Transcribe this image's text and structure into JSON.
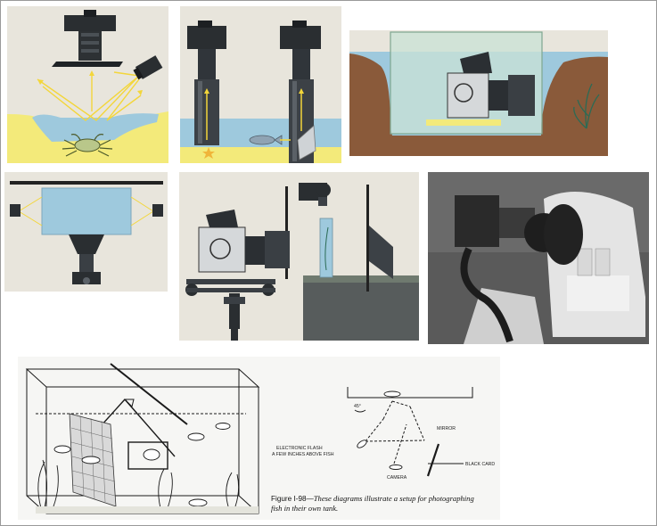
{
  "diagram": {
    "labels": {
      "flash": "ELECTRONIC FLASH",
      "flash_pos": "A FEW INCHES ABOVE FISH",
      "mirror": "MIRROR",
      "black_card": "BLACK CARD",
      "camera": "CAMERA",
      "angle": "45°"
    },
    "caption": {
      "figure": "Figure I-98—",
      "line1": "These diagrams illustrate a setup for photographing",
      "line2": "fish in their own tank."
    }
  },
  "colors": {
    "sand": "#f3ea7a",
    "water": "#9ec9dd",
    "earth": "#8a5a3a",
    "panel_bg": "#e9e6dd",
    "arrow": "#f3d63a"
  }
}
